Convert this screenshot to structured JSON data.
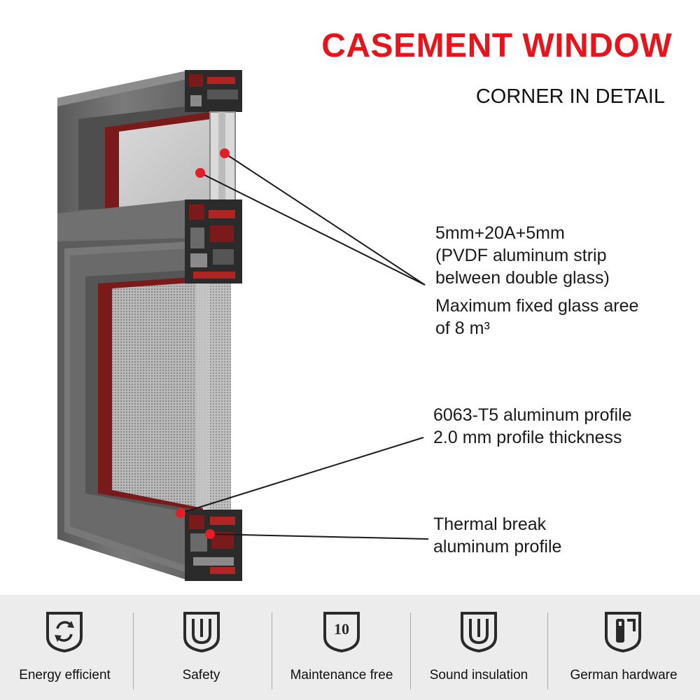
{
  "header": {
    "title": "CASEMENT WINDOW",
    "subtitle": "CORNER IN DETAIL"
  },
  "callouts": {
    "glass_lines": [
      "5mm+20A+5mm",
      "(PVDF aluminum strip",
      "belween double glass)"
    ],
    "max_area_lines": [
      "Maximum fixed glass aree",
      "of 8 m³"
    ],
    "profile_lines": [
      "6063-T5 aluminum profile",
      "2.0 mm profile thickness"
    ],
    "thermal_lines": [
      "Thermal break",
      "aluminum profile"
    ]
  },
  "features": [
    {
      "label": "Energy efficient",
      "icon": "energy-cycle-icon"
    },
    {
      "label": "Safety",
      "icon": "shield-u-icon"
    },
    {
      "label": "Maintenance free",
      "icon": "badge-10-icon",
      "icon_text": "10"
    },
    {
      "label": "Sound insulation",
      "icon": "shield-u-icon"
    },
    {
      "label": "German hardware",
      "icon": "window-handle-icon"
    }
  ],
  "colors": {
    "title_red": "#e8141b",
    "frame_gray": "#6e6e6e",
    "marker_red": "#e41e26",
    "feature_bar": "#ececec"
  }
}
